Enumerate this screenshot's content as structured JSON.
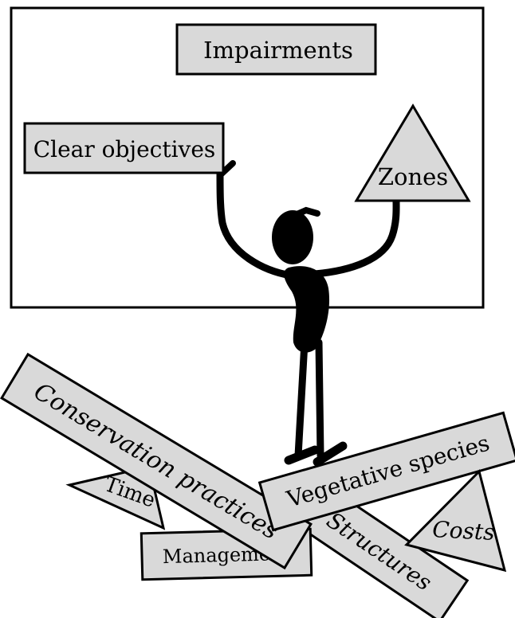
{
  "board": {
    "labels": {
      "impairments": "Impairments",
      "clear_objectives": "Clear objectives",
      "zones": "Zones"
    }
  },
  "pile": {
    "labels": {
      "conservation_practices": "Conservation practices",
      "vegetative_species": "Vegetative species",
      "time": "Time",
      "management": "Management",
      "structures": "Structures",
      "costs": "Costs"
    }
  },
  "colors": {
    "shape_fill": "#d9d9d9",
    "outline": "#000000",
    "figure": "#000000",
    "background": "#ffffff"
  }
}
